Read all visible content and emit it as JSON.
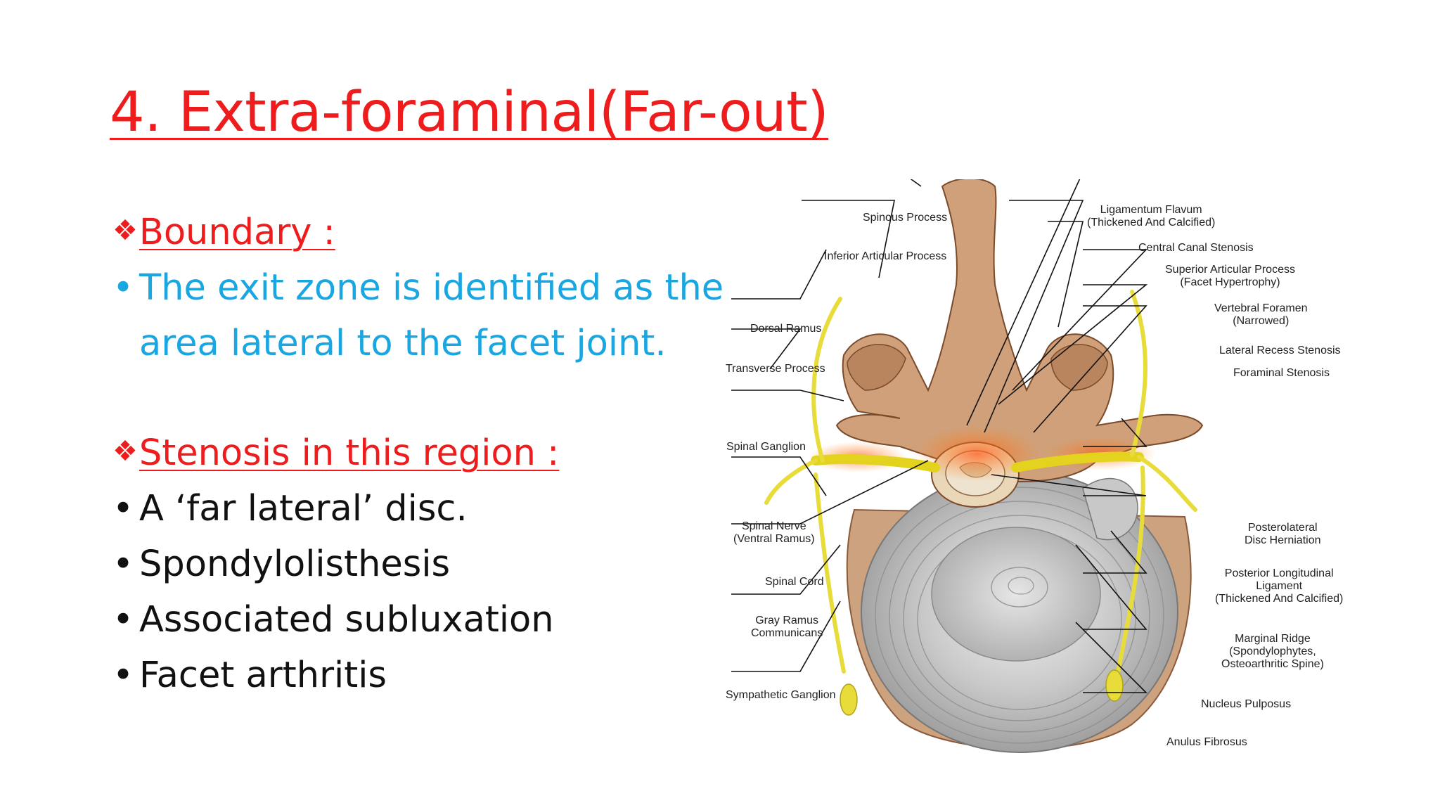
{
  "slide": {
    "title": "4. Extra-foraminal(Far-out)",
    "sections": [
      {
        "heading_icon": "❖",
        "heading": "Boundary :",
        "lines": [
          {
            "bullet": "•",
            "text": "The exit zone is identified as the"
          },
          {
            "bullet": "",
            "text": "area lateral to the facet joint."
          }
        ]
      },
      {
        "heading_icon": "❖",
        "heading": "Stenosis in this region :",
        "lines": [
          {
            "bullet": "•",
            "text": "A ‘far lateral’ disc."
          },
          {
            "bullet": "•",
            "text": "Spondylolisthesis"
          },
          {
            "bullet": "•",
            "text": "Associated subluxation"
          },
          {
            "bullet": "•",
            "text": "Facet arthritis"
          }
        ]
      }
    ]
  },
  "diagram": {
    "labels": {
      "spinous_process": "Spinous Process",
      "inferior_articular_process": "Inferior Articular Process",
      "dorsal_ramus": "Dorsal Ramus",
      "transverse_process": "Transverse Process",
      "spinal_ganglion": "Spinal Ganglion",
      "spinal_nerve_1": "Spinal Nerve",
      "spinal_nerve_2": "(Ventral Ramus)",
      "spinal_cord": "Spinal Cord",
      "gray_ramus_1": "Gray Ramus",
      "gray_ramus_2": "Communicans",
      "sympathetic_ganglion": "Sympathetic Ganglion",
      "ligamentum_flavum_1": "Ligamentum Flavum",
      "ligamentum_flavum_2": "(Thickened And Calcified)",
      "central_canal_stenosis": "Central Canal Stenosis",
      "superior_articular_1": "Superior Articular Process",
      "superior_articular_2": "(Facet Hypertrophy)",
      "vertebral_foramen_1": "Vertebral Foramen",
      "vertebral_foramen_2": "(Narrowed)",
      "lateral_recess_stenosis": "Lateral Recess Stenosis",
      "foraminal_stenosis": "Foraminal Stenosis",
      "posterolateral_1": "Posterolateral",
      "posterolateral_2": "Disc Herniation",
      "pll_1": "Posterior Longitudinal",
      "pll_2": "Ligament",
      "pll_3": "(Thickened And Calcified)",
      "marginal_ridge_1": "Marginal Ridge",
      "marginal_ridge_2": "(Spondylophytes,",
      "marginal_ridge_3": "Osteoarthritic Spine)",
      "nucleus_pulposus": "Nucleus Pulposus",
      "anulus_fibrosus": "Anulus Fibrosus"
    }
  }
}
